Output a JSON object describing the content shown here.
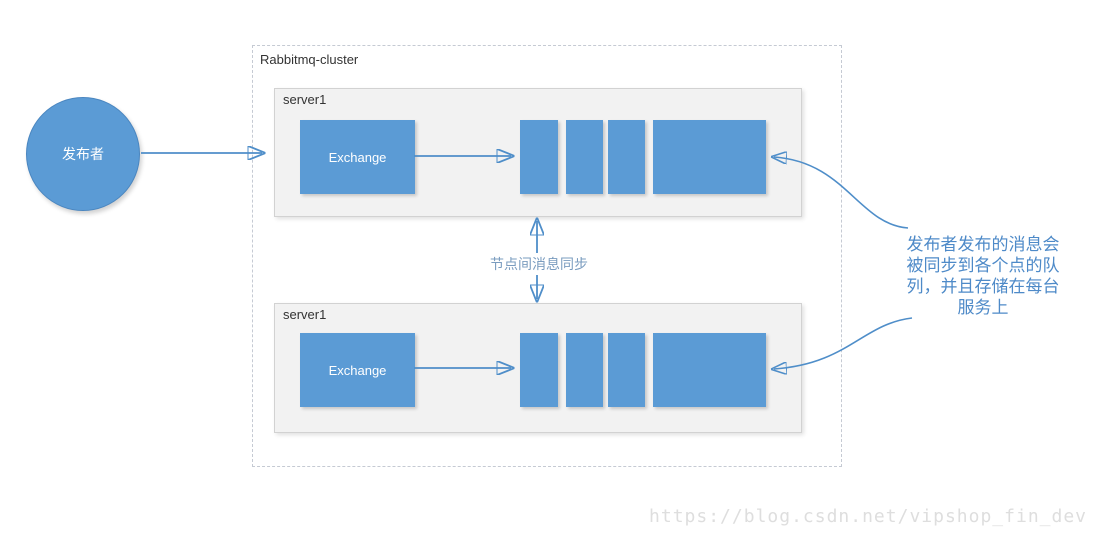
{
  "colors": {
    "accent_blue": "#5b9bd5",
    "arrow_blue": "#4f8ec9",
    "sync_text": "#7a9cbf",
    "annotation_blue": "#4e8ac8",
    "server_fill": "#f2f2f2",
    "server_border": "#d2d2d2",
    "cluster_border": "#c5cad3",
    "label_dark": "#333333",
    "watermark_gray": "#dedede"
  },
  "publisher": {
    "label": "发布者"
  },
  "cluster": {
    "label": "Rabbitmq-cluster",
    "servers": [
      {
        "label": "server1",
        "exchange_label": "Exchange",
        "queue_segments": 4
      },
      {
        "label": "server1",
        "exchange_label": "Exchange",
        "queue_segments": 4
      }
    ]
  },
  "sync_label": "节点间消息同步",
  "annotation": {
    "text": "发布者发布的消息会被同步到各个点的队列，并且存储在每台服务上",
    "lines": [
      "发布者发布的消息会",
      "被同步到各个点的队",
      "列，并且存储在每台",
      "服务上"
    ]
  },
  "watermark": "https://blog.csdn.net/vipshop_fin_dev"
}
